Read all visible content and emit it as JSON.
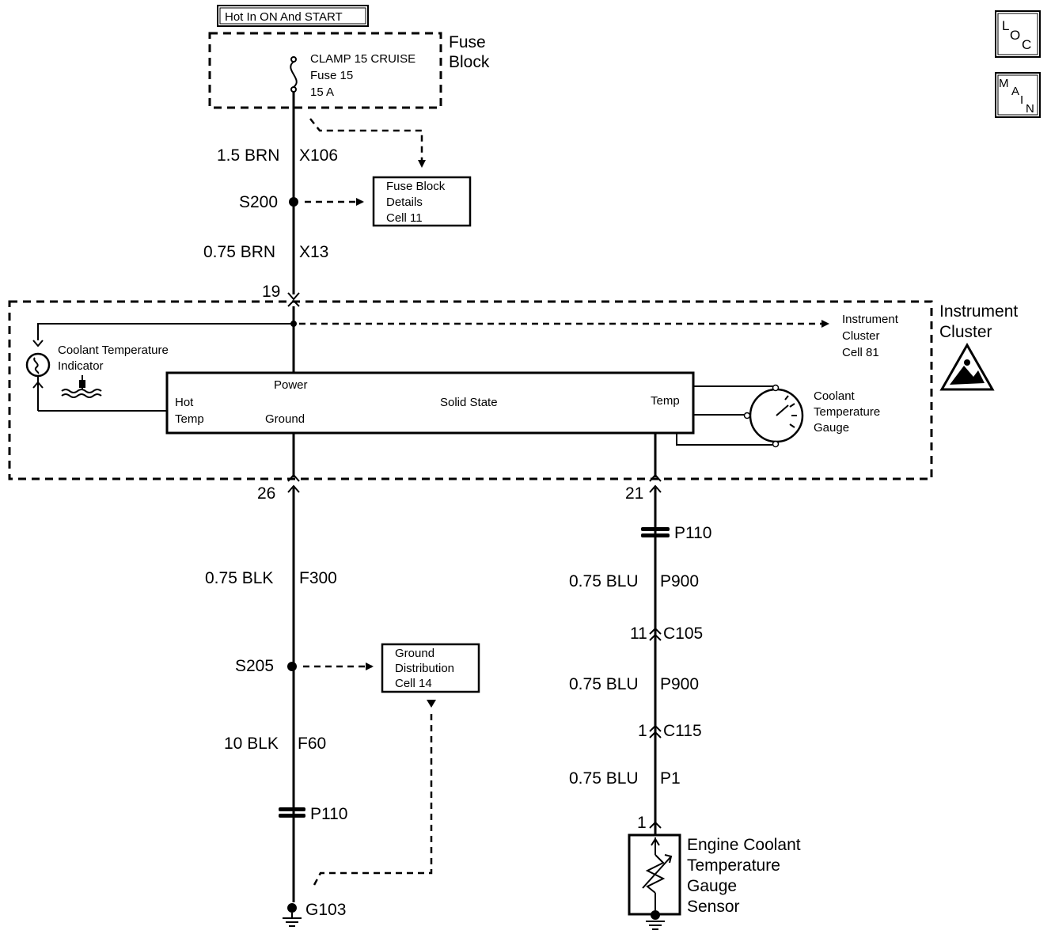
{
  "power_source": {
    "label": "Hot In ON And START"
  },
  "nav": {
    "loc": [
      "L",
      "O",
      "C"
    ],
    "main": [
      "M",
      "A",
      "I",
      "N"
    ]
  },
  "fuse_block": {
    "title_line1": "Fuse",
    "title_line2": "Block",
    "fuse_line1": "CLAMP 15 CRUISE",
    "fuse_line2": "Fuse 15",
    "fuse_line3": "15 A"
  },
  "wires_top": {
    "wire1_size_color": "1.5 BRN",
    "wire1_circuit": "X106",
    "splice_s200": "S200",
    "wire2_size_color": "0.75 BRN",
    "wire2_circuit": "X13",
    "pin_19": "19"
  },
  "ref_fuse_details": {
    "line1": "Fuse Block",
    "line2": "Details",
    "line3": "Cell 11"
  },
  "instrument_cluster": {
    "title_line1": "Instrument",
    "title_line2": "Cluster",
    "ref_line1": "Instrument",
    "ref_line2": "Cluster",
    "ref_line3": "Cell 81",
    "indicator_line1": "Coolant  Temperature",
    "indicator_line2": "Indicator",
    "solid_state": {
      "power": "Power",
      "hot": "Hot",
      "temp_left": "Temp",
      "ground": "Ground",
      "label": "Solid State",
      "temp_right": "Temp"
    },
    "gauge_line1": "Coolant",
    "gauge_line2": "Temperature",
    "gauge_line3": "Gauge"
  },
  "ground_circuit": {
    "pin_26": "26",
    "wire1_size_color": "0.75 BLK",
    "wire1_circuit": "F300",
    "splice_s205": "S205",
    "wire2_size_color": "10 BLK",
    "wire2_circuit": "F60",
    "connector": "P110",
    "ground": "G103"
  },
  "ref_ground_dist": {
    "line1": "Ground",
    "line2": "Distribution",
    "line3": "Cell 14"
  },
  "sensor_circuit": {
    "pin_21": "21",
    "connector_p110": "P110",
    "wire1_size_color": "0.75 BLU",
    "wire1_circuit": "P900",
    "c105_pin": "11",
    "c105": "C105",
    "wire2_size_color": "0.75 BLU",
    "wire2_circuit": "P900",
    "c115_pin": "1",
    "c115": "C115",
    "wire3_size_color": "0.75 BLU",
    "wire3_circuit": "P1",
    "sensor_pin": "1",
    "sensor_line1": "Engine Coolant",
    "sensor_line2": "Temperature",
    "sensor_line3": "Gauge",
    "sensor_line4": "Sensor"
  }
}
